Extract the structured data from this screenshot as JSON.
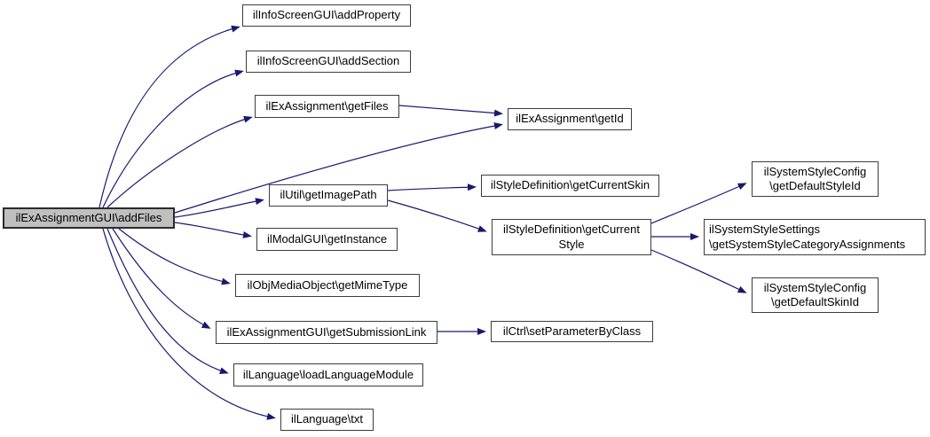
{
  "diagram": {
    "kind": "call-graph",
    "edge_color": "#191970",
    "node_fill": "#ffffff",
    "root_node_fill": "#bfbfbf",
    "node_border_color": "#3d3d3d",
    "nodes": [
      {
        "id": "addFiles",
        "label": "ilExAssignmentGUI\\addFiles",
        "root": true
      },
      {
        "id": "addProperty",
        "label": "ilInfoScreenGUI\\addProperty"
      },
      {
        "id": "addSection",
        "label": "ilInfoScreenGUI\\addSection"
      },
      {
        "id": "getFiles",
        "label": "ilExAssignment\\getFiles"
      },
      {
        "id": "getId",
        "label": "ilExAssignment\\getId"
      },
      {
        "id": "getImagePath",
        "label": "ilUtil\\getImagePath"
      },
      {
        "id": "getCurrentSkin",
        "label": "ilStyleDefinition\\getCurrentSkin"
      },
      {
        "id": "getCurrentStyle",
        "label": "ilStyleDefinition\\getCurrent\nStyle"
      },
      {
        "id": "getInstance",
        "label": "ilModalGUI\\getInstance"
      },
      {
        "id": "getMimeType",
        "label": "ilObjMediaObject\\getMimeType"
      },
      {
        "id": "getSubmissionLink",
        "label": "ilExAssignmentGUI\\getSubmissionLink"
      },
      {
        "id": "setParameterByClass",
        "label": "ilCtrl\\setParameterByClass"
      },
      {
        "id": "loadLanguageModule",
        "label": "ilLanguage\\loadLanguageModule"
      },
      {
        "id": "txt",
        "label": "ilLanguage\\txt"
      },
      {
        "id": "getDefaultStyleId",
        "label": "ilSystemStyleConfig\n\\getDefaultStyleId"
      },
      {
        "id": "getCategoryAssignments",
        "label": "ilSystemStyleSettings\n\\getSystemStyleCategoryAssignments"
      },
      {
        "id": "getDefaultSkinId",
        "label": "ilSystemStyleConfig\n\\getDefaultSkinId"
      }
    ],
    "edges": [
      {
        "from": "addFiles",
        "to": "addProperty"
      },
      {
        "from": "addFiles",
        "to": "addSection"
      },
      {
        "from": "addFiles",
        "to": "getFiles"
      },
      {
        "from": "addFiles",
        "to": "getId"
      },
      {
        "from": "addFiles",
        "to": "getImagePath"
      },
      {
        "from": "addFiles",
        "to": "getInstance"
      },
      {
        "from": "addFiles",
        "to": "getMimeType"
      },
      {
        "from": "addFiles",
        "to": "getSubmissionLink"
      },
      {
        "from": "addFiles",
        "to": "loadLanguageModule"
      },
      {
        "from": "addFiles",
        "to": "txt"
      },
      {
        "from": "getFiles",
        "to": "getId"
      },
      {
        "from": "getImagePath",
        "to": "getCurrentSkin"
      },
      {
        "from": "getImagePath",
        "to": "getCurrentStyle"
      },
      {
        "from": "getCurrentStyle",
        "to": "getDefaultStyleId"
      },
      {
        "from": "getCurrentStyle",
        "to": "getCategoryAssignments"
      },
      {
        "from": "getCurrentStyle",
        "to": "getDefaultSkinId"
      },
      {
        "from": "getSubmissionLink",
        "to": "setParameterByClass"
      }
    ]
  }
}
